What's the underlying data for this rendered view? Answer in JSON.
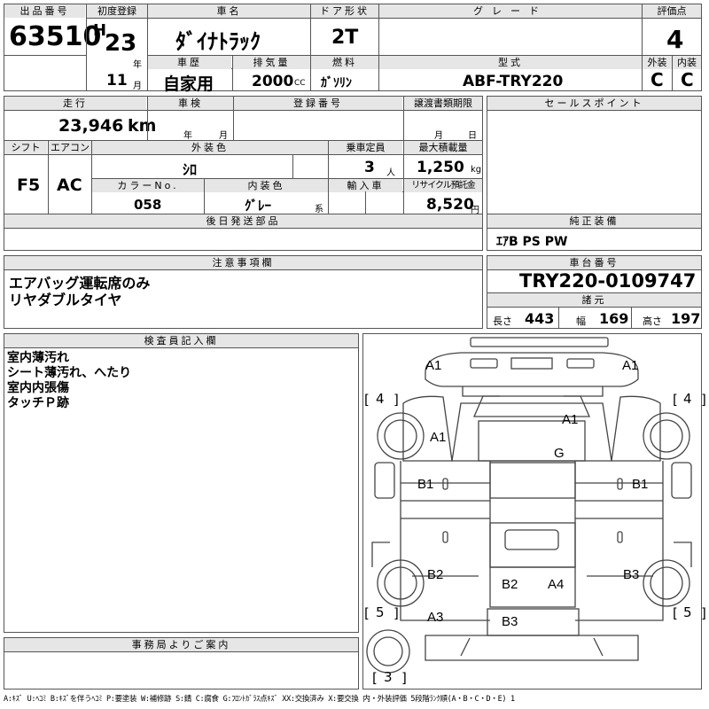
{
  "headers": {
    "lot_no": "出品番号",
    "first_reg": "初度登録",
    "car_name": "車名",
    "door": "ドア形状",
    "grade": "グレード",
    "score": "評価点",
    "history": "車歴",
    "displacement": "排気量",
    "fuel": "燃料",
    "model": "型式",
    "ext": "外装",
    "int": "内装",
    "mileage": "走行",
    "inspection": "車検",
    "reg_no": "登録番号",
    "transfer_deadline": "譲渡書類期限",
    "sales_points": "セールスポイント",
    "shift": "シフト",
    "ac": "エアコン",
    "ext_color": "外装色",
    "capacity": "乗車定員",
    "max_load": "最大積載量",
    "color_no": "カラーNo.",
    "int_color": "内装色",
    "import": "輸入車",
    "recycle": "リサイクル預託金",
    "later_parts": "後日発送部品",
    "equipment": "純正装備",
    "cautions": "注意事項欄",
    "chassis_no": "車台番号",
    "dimensions": "諸元",
    "inspector": "検査員記入欄",
    "office": "事務局よりご案内"
  },
  "values": {
    "lot_no": "63510",
    "era": "H",
    "year": "23",
    "year_unit": "年",
    "month": "11",
    "month_unit": "月",
    "car_name": "ﾀﾞｲﾅﾄﾗｯｸ",
    "door": "2T",
    "grade": "",
    "score": "4",
    "history": "自家用",
    "displacement": "2000",
    "cc": "CC",
    "fuel": "ｶﾞｿﾘﾝ",
    "model": "ABF-TRY220",
    "ext_score": "C",
    "int_score": "C",
    "mileage": "23,946",
    "km": "km",
    "insp_year": "年",
    "insp_month": "月",
    "transfer_month": "月",
    "transfer_day": "日",
    "shift": "F5",
    "ac": "AC",
    "ext_color": "ｼﾛ",
    "capacity": "3",
    "person": "人",
    "max_load": "1,250",
    "kg": "kg",
    "color_no": "058",
    "int_color": "ｸﾞﾚｰ",
    "kei": "系",
    "recycle": "8,520",
    "yen": "円",
    "equipment": "ｴｱB PS PW",
    "chassis_no": "TRY220-0109747",
    "length_label": "長さ",
    "length": "443",
    "width_label": "幅",
    "width": "169",
    "height_label": "高さ",
    "height": "197"
  },
  "cautions": [
    "エアバッグ運転席のみ",
    "リヤダブルタイヤ"
  ],
  "inspector_notes": [
    "室内薄汚れ",
    "シート薄汚れ、へたり",
    "室内内張傷",
    "タッチＰ跡"
  ],
  "diagram": {
    "marks": {
      "front_left": "A1",
      "front_right": "A1",
      "cab_left": "A1",
      "roof": "A1",
      "windshield": "G",
      "door_left": "B1",
      "door_right": "B1",
      "bed_left_front": "B2",
      "bed_left_rear": "A3",
      "bed_floor_1": "B2",
      "bed_floor_2": "A4",
      "bed_right": "B3",
      "rear_panel": "B3"
    },
    "tires": {
      "front_left": "4",
      "front_right": "4",
      "rear_left": "5",
      "rear_right": "5",
      "spare": "3"
    }
  },
  "legend": "A:ｷｽﾞ U:ﾍｺﾐ B:ｷｽﾞを伴うﾍｺﾐ P:要塗装 W:補修跡 S:錆 C:腐食 G:ﾌﾛﾝﾄｶﾞﾗｽ点ｷｽﾞ XX:交換済み X:要交換 内・外装評価 5段階ﾗﾝｸ順(A・B・C・D・E) 1"
}
